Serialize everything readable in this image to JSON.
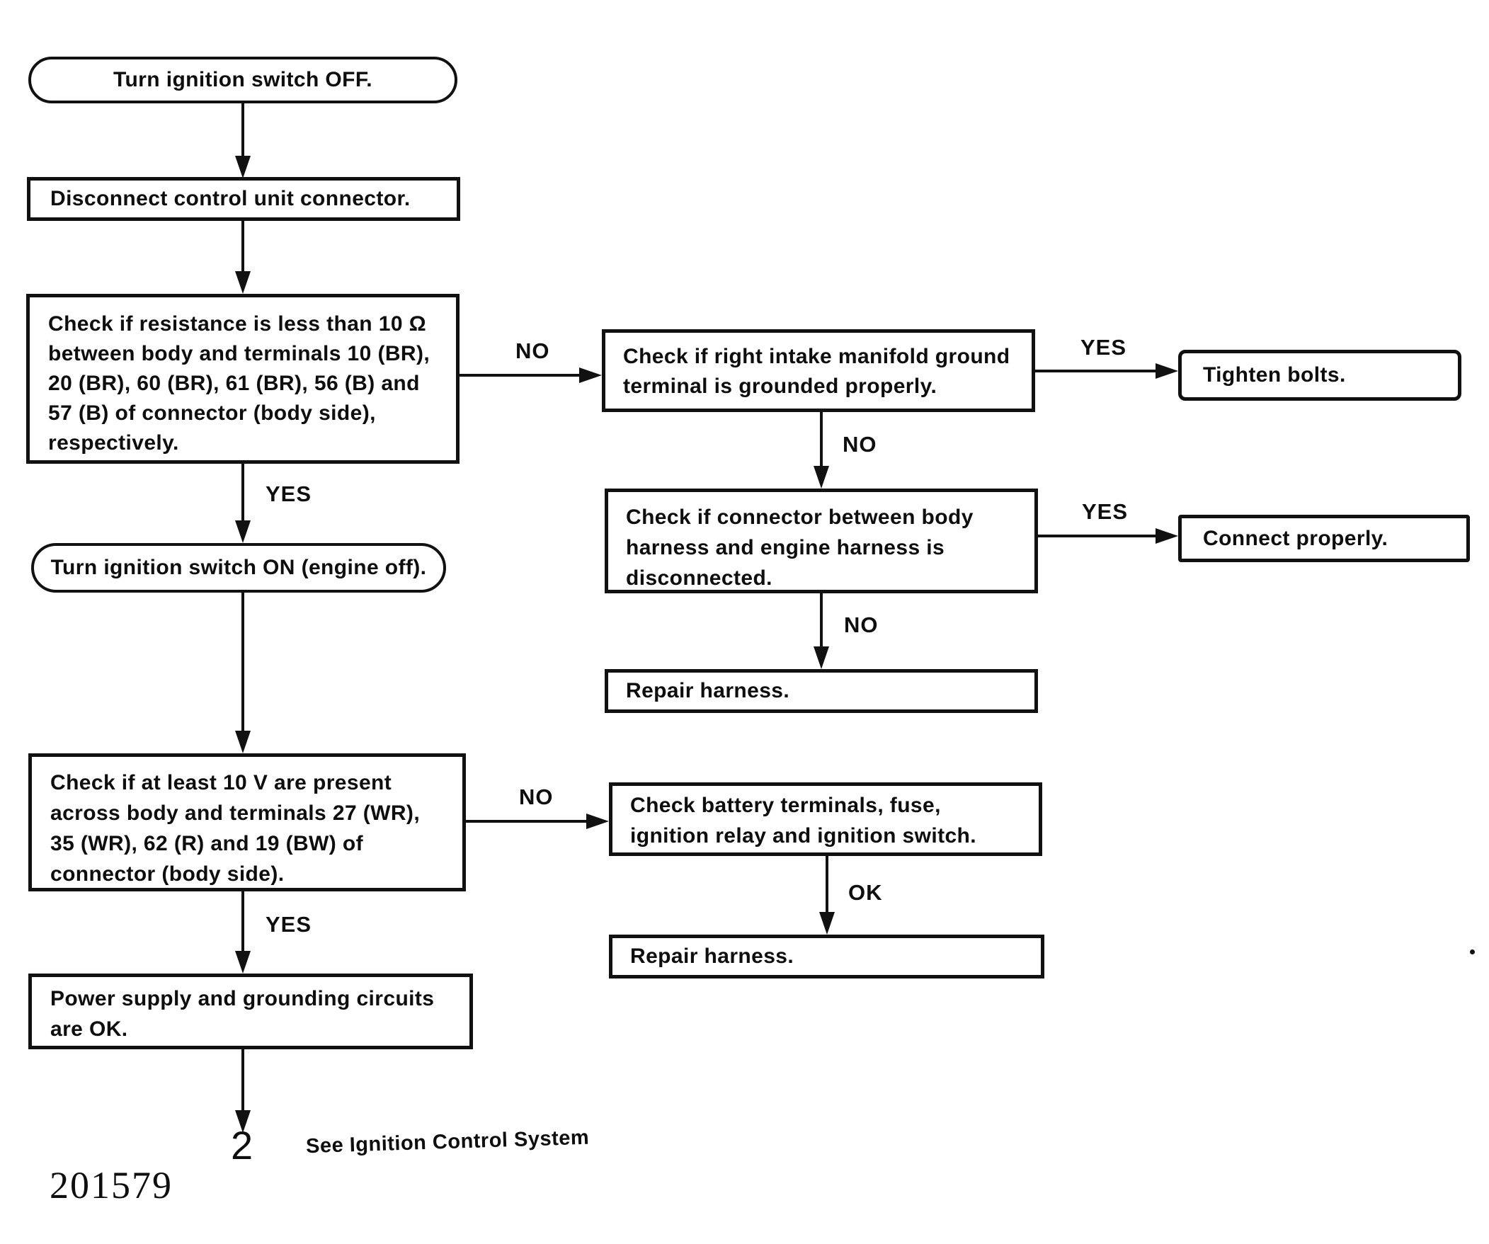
{
  "diagram_title": "Power supply and grounding circuit troubleshooting flowchart",
  "nodes": {
    "start": {
      "text": "Turn ignition switch OFF."
    },
    "disconnect": {
      "text": "Disconnect control unit connector."
    },
    "resistance_check": {
      "text": "Check if resistance is less than 10 Ω between body and terminals 10 (BR), 20 (BR), 60 (BR), 61 (BR), 56 (B) and 57 (B) of connector (body side), respectively."
    },
    "ignition_on": {
      "text": "Turn ignition switch ON (engine off)."
    },
    "voltage_check": {
      "text": "Check if at least 10 V are present across body and terminals 27 (WR), 35 (WR), 62 (R) and 19 (BW) of connector (body side)."
    },
    "power_ok": {
      "text": "Power supply and grounding circuits are OK."
    },
    "intake_ground_check": {
      "text": "Check if right intake manifold ground terminal is grounded properly."
    },
    "tighten_bolts": {
      "text": "Tighten bolts."
    },
    "harness_connector_check": {
      "text": "Check if connector between body harness and engine harness is disconnected."
    },
    "connect_properly": {
      "text": "Connect properly."
    },
    "repair_harness_1": {
      "text": "Repair harness."
    },
    "battery_check": {
      "text": "Check battery terminals, fuse, ignition relay and ignition switch."
    },
    "repair_harness_2": {
      "text": "Repair harness."
    }
  },
  "edge_labels": {
    "resistance_no": "NO",
    "resistance_yes": "YES",
    "intake_yes": "YES",
    "intake_no": "NO",
    "harness_yes": "YES",
    "harness_no": "NO",
    "voltage_no": "NO",
    "voltage_yes": "YES",
    "battery_ok": "OK"
  },
  "footer": {
    "connector_number": "2",
    "see_note": "See Ignition Control System",
    "doc_number": "201579"
  }
}
